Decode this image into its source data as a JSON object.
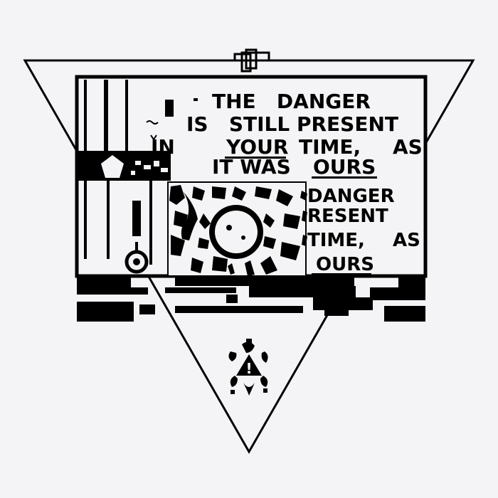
{
  "artwork": {
    "main_text": {
      "line1": "THE   DANGER",
      "line2": "IS   STILL PRESENT",
      "line3_a": "IN",
      "line3_b": "YOUR",
      "line3_c": "TIME,",
      "line3_d": "AS",
      "line4_a": "IT WAS",
      "line4_b": "OURS"
    },
    "echo_text": {
      "line1": "DANGER",
      "line2": "RESENT",
      "line3_a": "TIME,",
      "line3_b": "AS",
      "line4": "OURS"
    },
    "warning_symbol": "!",
    "colors": {
      "background": "#f4f4f6",
      "ink": "#000000",
      "paper": "#f4f4f6"
    }
  }
}
